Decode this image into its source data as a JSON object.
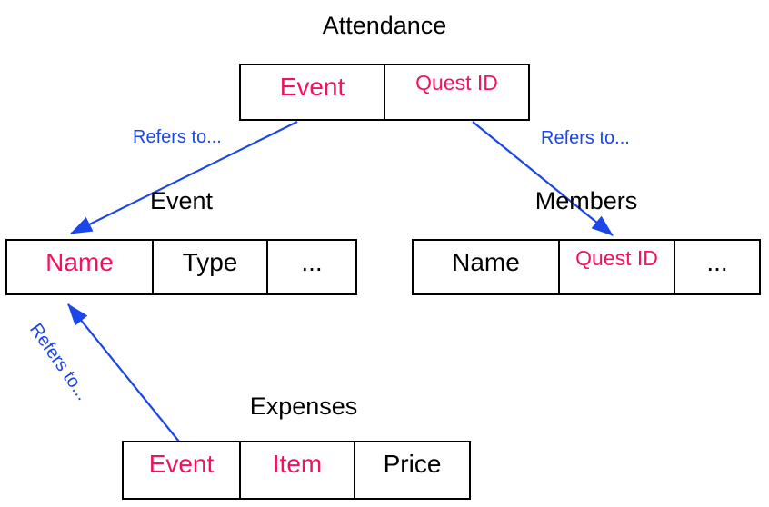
{
  "diagram": {
    "tables": [
      {
        "id": "attendance",
        "title": "Attendance",
        "columns": [
          {
            "label": "Event",
            "key": true
          },
          {
            "label": "Quest ID",
            "key": true
          }
        ]
      },
      {
        "id": "event",
        "title": "Event",
        "columns": [
          {
            "label": "Name",
            "key": true
          },
          {
            "label": "Type",
            "key": false
          },
          {
            "label": "...",
            "key": false
          }
        ]
      },
      {
        "id": "members",
        "title": "Members",
        "columns": [
          {
            "label": "Name",
            "key": false
          },
          {
            "label": "Quest ID",
            "key": true
          },
          {
            "label": "...",
            "key": false
          }
        ]
      },
      {
        "id": "expenses",
        "title": "Expenses",
        "columns": [
          {
            "label": "Event",
            "key": true
          },
          {
            "label": "Item",
            "key": true
          },
          {
            "label": "Price",
            "key": false
          }
        ]
      }
    ],
    "relations": [
      {
        "label": "Refers to...",
        "from": "Attendance.Event",
        "to": "Event.Name"
      },
      {
        "label": "Refers to...",
        "from": "Attendance.Quest ID",
        "to": "Members.Quest ID"
      },
      {
        "label": "Refers to...",
        "from": "Expenses.Event",
        "to": "Event.Name"
      }
    ],
    "colors": {
      "key_text": "#f0145f",
      "relation": "#1b46e8",
      "table_text": "#000000",
      "border": "#000000"
    }
  }
}
